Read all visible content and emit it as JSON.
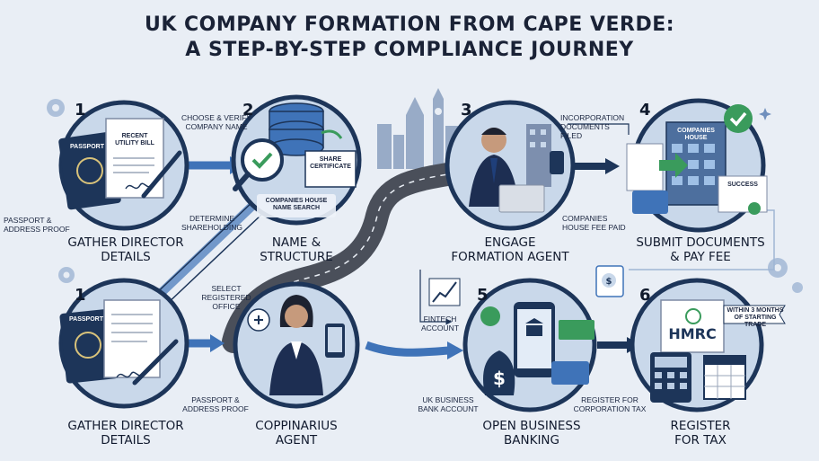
{
  "title": {
    "line1": "UK COMPANY FORMATION FROM CAPE VERDE:",
    "line2": "A STEP-BY-STEP COMPLIANCE JOURNEY"
  },
  "steps": [
    {
      "number": "1",
      "label_l1": "GATHER DIRECTOR",
      "label_l2": "DETAILS",
      "notes": [
        "PASSPORT &",
        "ADDRESS PROOF"
      ],
      "doc_labels": [
        "PASSPORT",
        "RECENT",
        "UTILITY BILL"
      ]
    },
    {
      "number": "2",
      "label_l1": "NAME &",
      "label_l2": "STRUCTURE",
      "notes": [
        "CHOOSE & VERIFY",
        "COMPANY NAME",
        "DETERMINE",
        "SHAREHOLDING"
      ],
      "doc_labels": [
        "SHARE",
        "CERTIFICATE",
        "COMPANIES HOUSE",
        "NAME SEARCH"
      ]
    },
    {
      "number": "3",
      "label_l1": "ENGAGE",
      "label_l2": "FORMATION AGENT",
      "notes": [
        "INCORPORATION",
        "DOCUMENTS",
        "FILED"
      ]
    },
    {
      "number": "4",
      "label_l1": "SUBMIT DOCUMENTS",
      "label_l2": "& PAY FEE",
      "notes": [
        "COMPANIES",
        "HOUSE FEE PAID"
      ],
      "doc_labels": [
        "COMPANIES",
        "HOUSE",
        "SUCCESS"
      ]
    },
    {
      "number": "1",
      "label_l1": "GATHER DIRECTOR",
      "label_l2": "DETAILS",
      "notes": [
        "PASSPORT &",
        "ADDRESS PROOF"
      ],
      "doc_labels": [
        "PASSPORT"
      ]
    },
    {
      "number": "",
      "label_l1": "COPPINARIUS",
      "label_l2": "AGENT",
      "notes": [
        "SELECT",
        "REGISTERED",
        "OFFICE"
      ]
    },
    {
      "number": "5",
      "label_l1": "OPEN BUSINESS",
      "label_l2": "BANKING",
      "notes": [
        "UK BUSINESS",
        "BANK ACCOUNT",
        "FINTECH",
        "ACCOUNT"
      ]
    },
    {
      "number": "6",
      "label_l1": "REGISTER",
      "label_l2": "FOR TAX",
      "notes": [
        "REGISTER FOR",
        "CORPORATION TAX",
        "WITHIN 3 MONTHS",
        "OF STARTING TRADE"
      ],
      "doc_labels": [
        "HMRC"
      ]
    }
  ],
  "colors": {
    "background": "#e9eef5",
    "navy": "#1d3559",
    "blue": "#3f73b8",
    "circle_fill": "#c9d8ea",
    "green": "#3a9b5c",
    "road": "#4a4f5a"
  }
}
